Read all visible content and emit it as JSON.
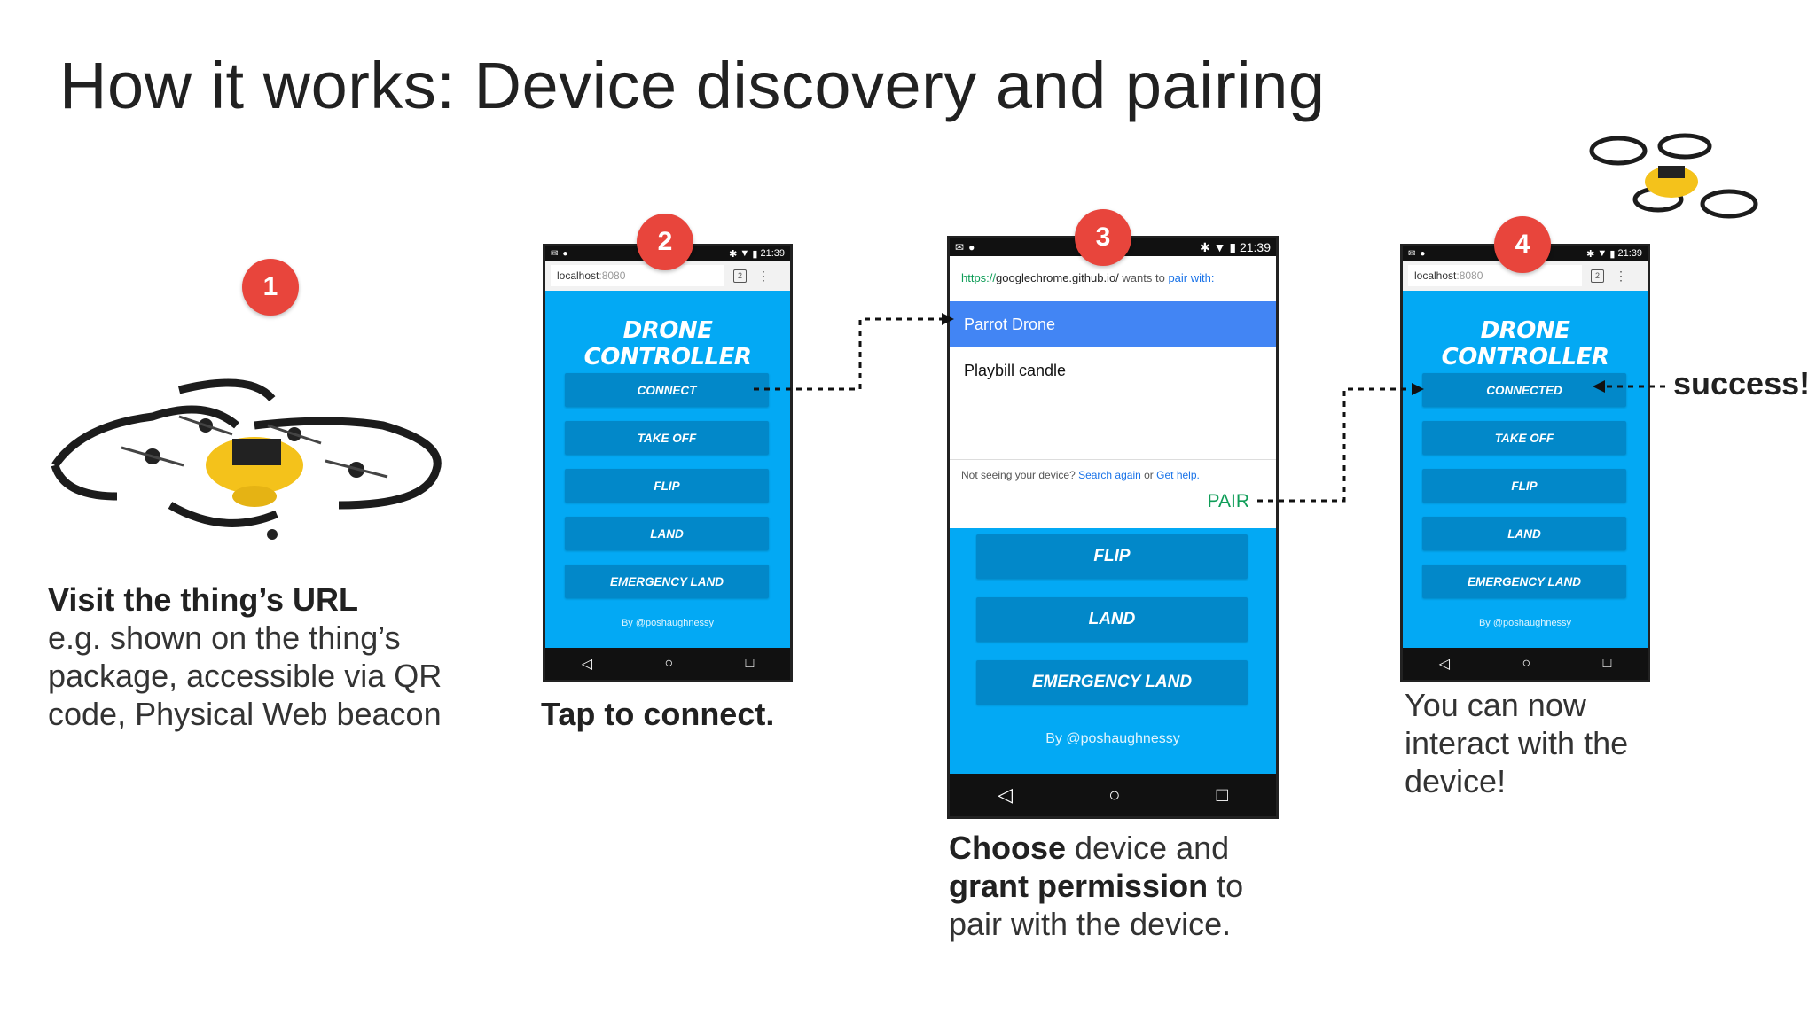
{
  "title": "How it works: Device discovery and pairing",
  "badges": [
    "1",
    "2",
    "3",
    "4"
  ],
  "step1": {
    "heading": "Visit the thing’s URL",
    "lines": [
      "e.g. shown on the thing’s",
      "package, accessible via QR",
      "code, Physical Web beacon"
    ]
  },
  "step2": {
    "caption": "Tap to connect."
  },
  "step3": {
    "caption_bold1": "Choose",
    "caption_rest1": " device and",
    "caption_bold2": "grant permission",
    "caption_rest2": " to",
    "caption_line3": "pair with the device."
  },
  "step4": {
    "lines": [
      "You can now",
      "interact with the",
      "device!"
    ]
  },
  "success_label": "success!",
  "status_time": "21:39",
  "url_host": "localhost",
  "url_port": ":8080",
  "tab_count": "2",
  "app_title": "DRONE CONTROLLER",
  "byline": "By @poshaughnessy",
  "phone2_buttons": [
    "CONNECT",
    "TAKE OFF",
    "FLIP",
    "LAND",
    "EMERGENCY LAND"
  ],
  "phone4_buttons": [
    "CONNECTED",
    "TAKE OFF",
    "FLIP",
    "LAND",
    "EMERGENCY LAND"
  ],
  "phone3": {
    "url_scheme": "https://",
    "url_host": "googlechrome.github.io/",
    "wants_to": " wants to ",
    "pair_with": "pair with:",
    "devices": [
      "Parrot Drone",
      "Playbill candle"
    ],
    "not_seeing": "Not seeing your device? ",
    "search_again": "Search again",
    "or_text": " or ",
    "get_help": "Get help.",
    "pair_button": "PAIR",
    "buttons": [
      "FLIP",
      "LAND",
      "EMERGENCY LAND"
    ]
  },
  "icons": [
    "drone-icon",
    "back-icon",
    "home-icon",
    "recents-icon",
    "bluetooth-icon",
    "wifi-icon",
    "battery-icon",
    "mail-icon",
    "android-icon",
    "more-icon"
  ]
}
